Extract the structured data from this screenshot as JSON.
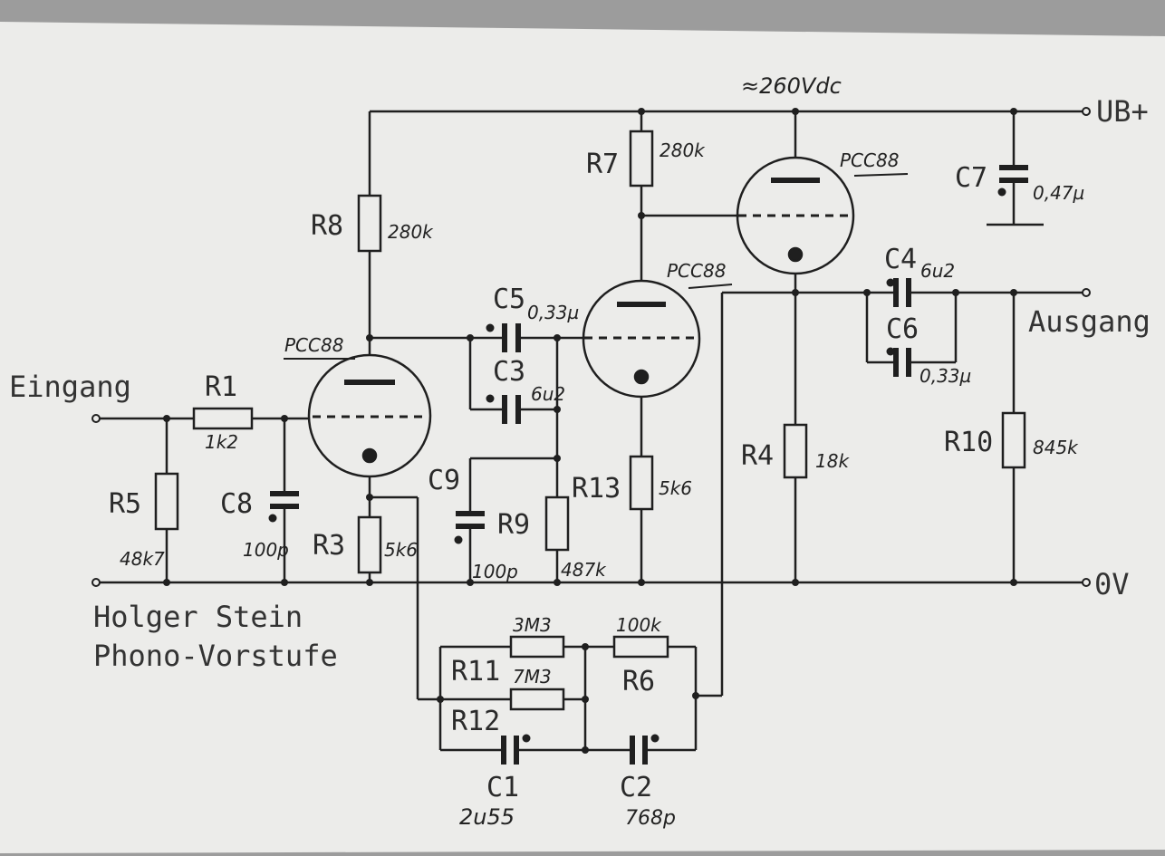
{
  "colors": {
    "ink": "#1f1f1f",
    "paper": "#ececea",
    "surround": "#9c9c9c"
  },
  "labels": {
    "input": "Eingang",
    "output": "Ausgang",
    "supply": "UB+",
    "ground": "0V",
    "supply_voltage": "≈260Vdc",
    "credit_line1": "Holger Stein",
    "credit_line2": "Phono-Vorstufe"
  },
  "tubes": [
    {
      "type": "PCC88"
    },
    {
      "type": "PCC88"
    },
    {
      "type": "PCC88"
    }
  ],
  "components": {
    "R1": {
      "ref": "R1",
      "value": "1k2"
    },
    "R3": {
      "ref": "R3",
      "value": "5k6"
    },
    "R4": {
      "ref": "R4",
      "value": "18k"
    },
    "R5": {
      "ref": "R5",
      "value": "48k7"
    },
    "R6": {
      "ref": "R6",
      "value": "100k"
    },
    "R7": {
      "ref": "R7",
      "value": "280k"
    },
    "R8": {
      "ref": "R8",
      "value": "280k"
    },
    "R9": {
      "ref": "R9",
      "value": "487k"
    },
    "R10": {
      "ref": "R10",
      "value": "845k"
    },
    "R11": {
      "ref": "R11",
      "value": "3M3"
    },
    "R12": {
      "ref": "R12",
      "value": "7M3"
    },
    "R13": {
      "ref": "R13",
      "value": "5k6"
    },
    "C1": {
      "ref": "C1",
      "value": "2u55"
    },
    "C2": {
      "ref": "C2",
      "value": "768p"
    },
    "C3": {
      "ref": "C3",
      "value": "6u2"
    },
    "C4": {
      "ref": "C4",
      "value": "6u2"
    },
    "C5": {
      "ref": "C5",
      "value": "0,33µ"
    },
    "C6": {
      "ref": "C6",
      "value": "0,33µ"
    },
    "C7": {
      "ref": "C7",
      "value": "0,47µ"
    },
    "C8": {
      "ref": "C8",
      "value": "100p"
    },
    "C9": {
      "ref": "C9",
      "value": "100p"
    }
  }
}
